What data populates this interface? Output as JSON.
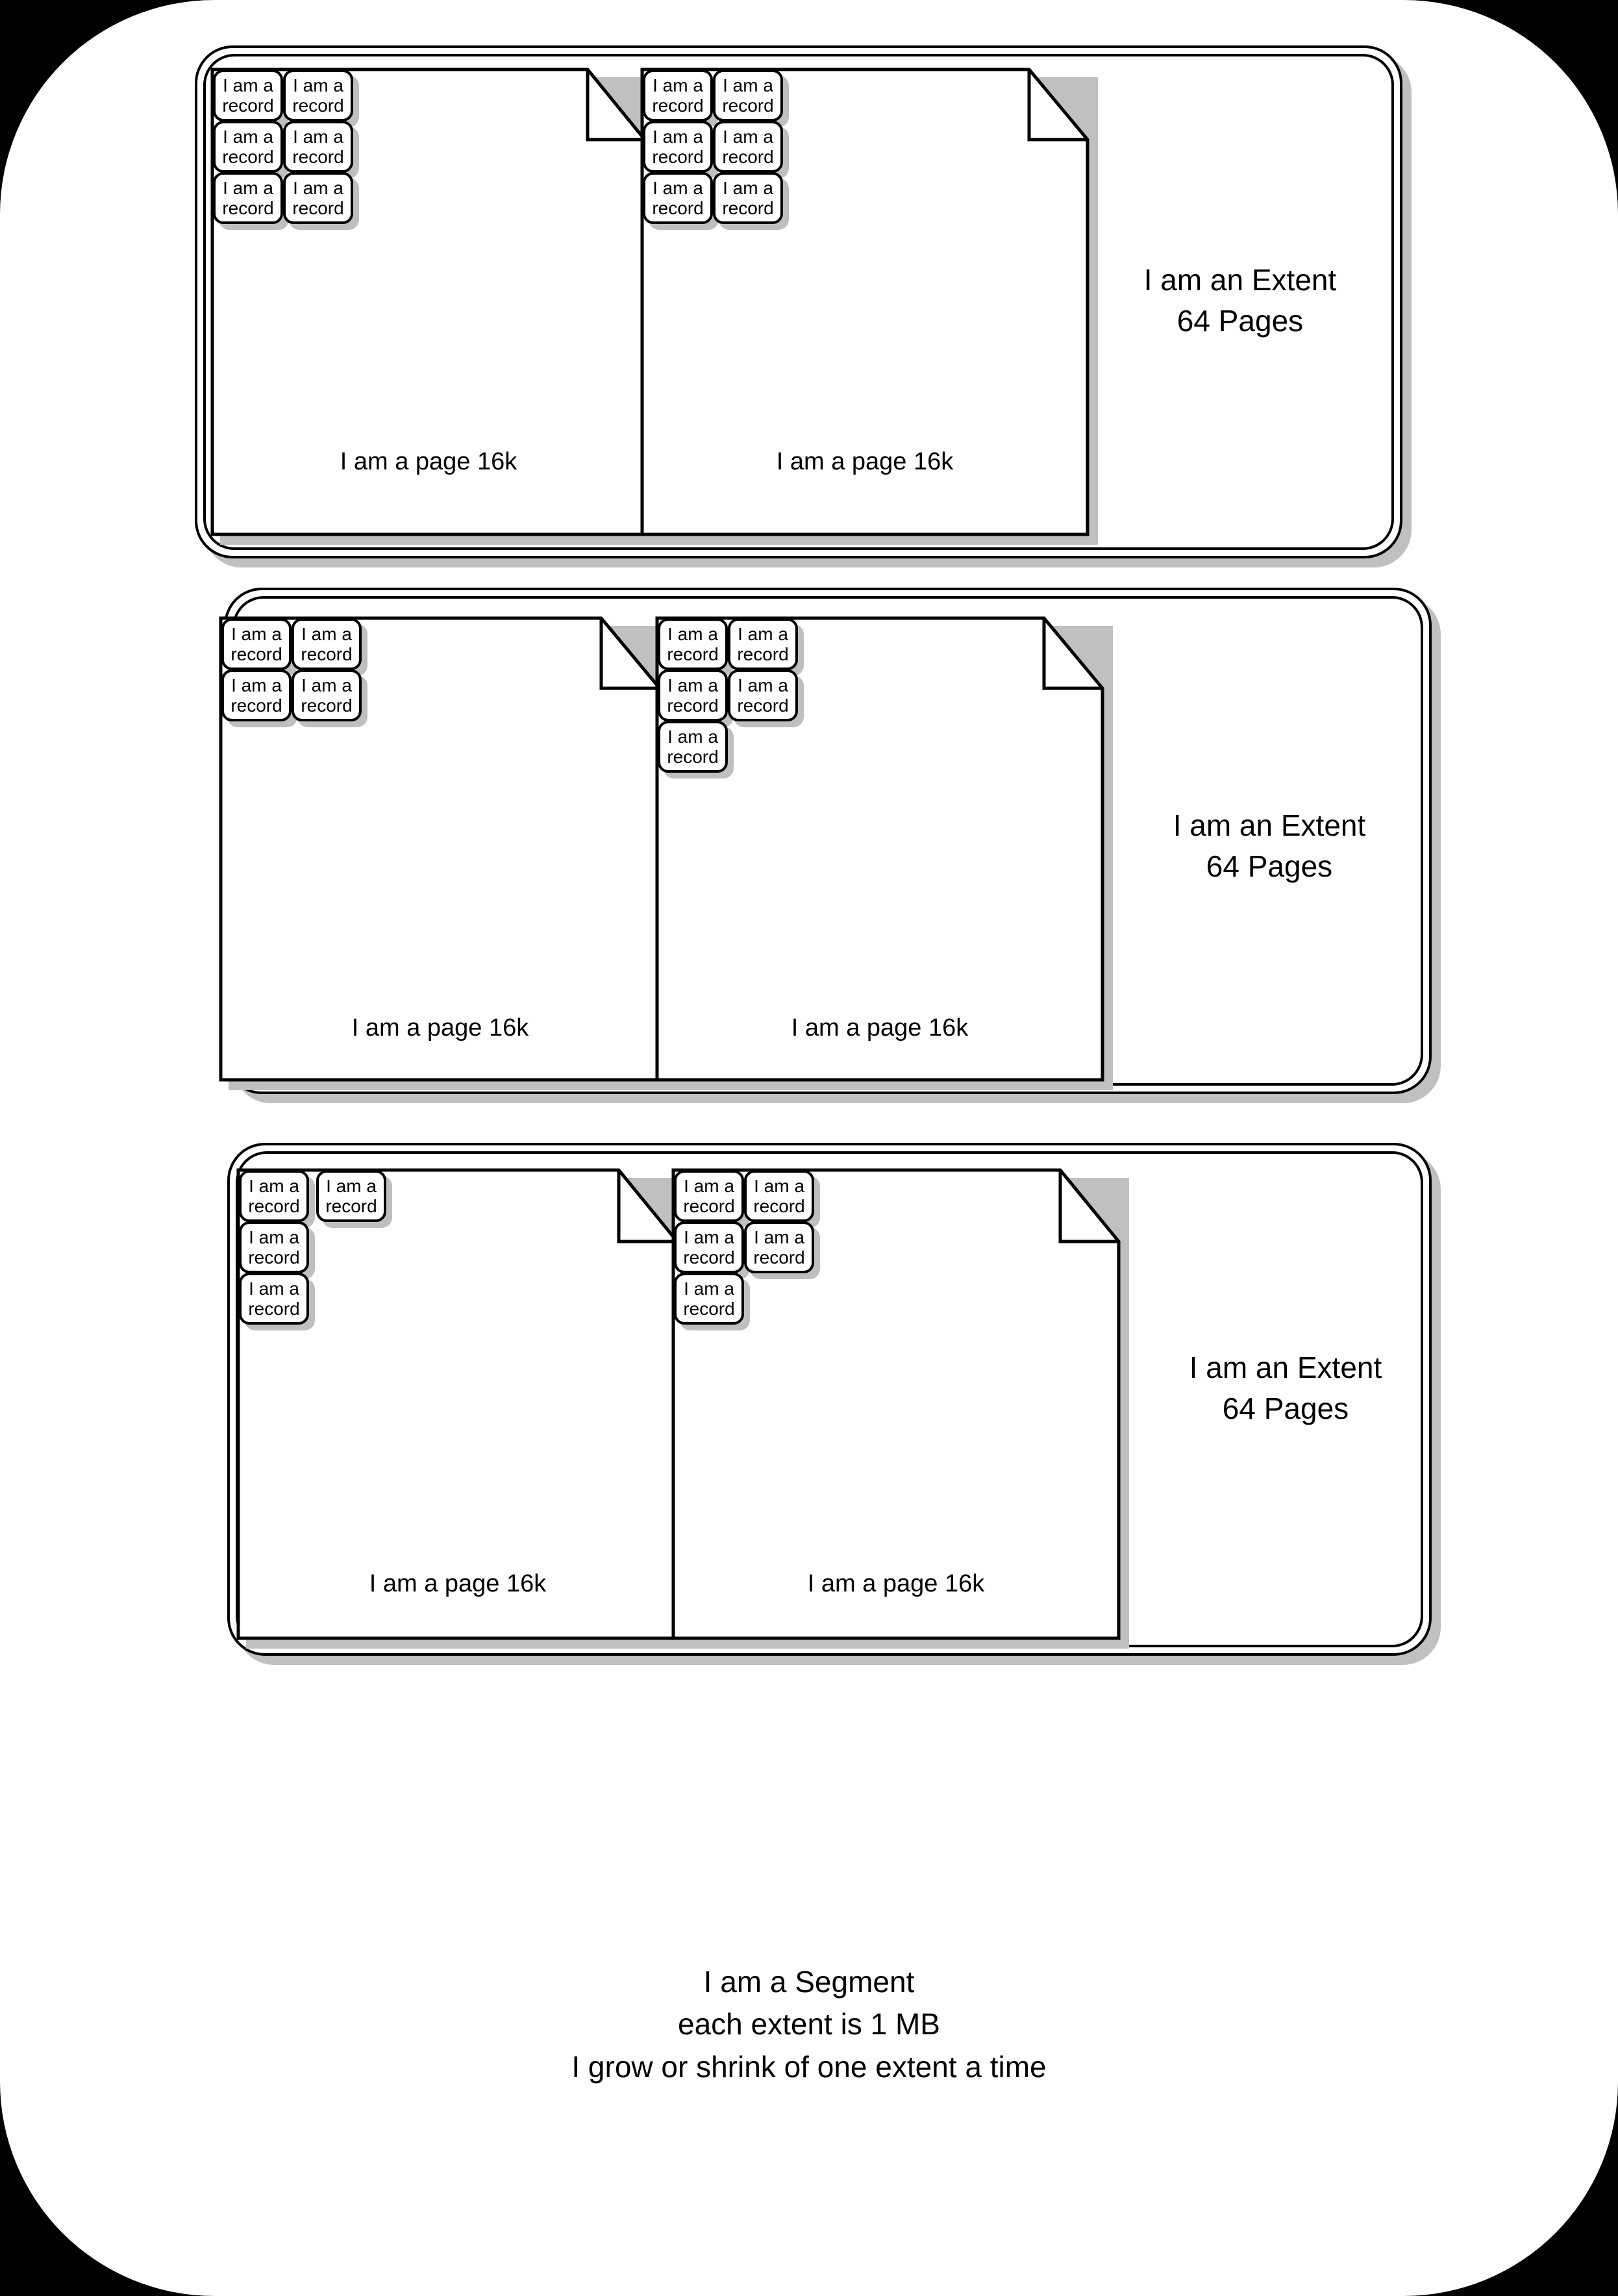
{
  "diagram": {
    "title_caption": "I am a Segment\neach extent is 1 MB\nI grow or shrink of one extent a time",
    "record_label": "I am a\nrecord",
    "page_label": "I am a page 16k",
    "extent_label": "I am an Extent\n64 Pages",
    "colors": {
      "background": "#000000",
      "canvas": "#ffffff",
      "stroke": "#000000",
      "shadow": "#c0c0c0"
    },
    "extents": [
      {
        "label": "I am an Extent\n64 Pages",
        "pages": [
          {
            "label": "I am a page 16k",
            "records": [
              {
                "text": "I am a\nrecord"
              },
              {
                "text": "I am a\nrecord"
              },
              {
                "text": "I am a\nrecord"
              },
              {
                "text": "I am a\nrecord"
              },
              {
                "text": "I am a\nrecord"
              },
              {
                "text": "I am a\nrecord"
              }
            ]
          },
          {
            "label": "I am a page 16k",
            "records": [
              {
                "text": "I am a\nrecord"
              },
              {
                "text": "I am a\nrecord"
              },
              {
                "text": "I am a\nrecord"
              },
              {
                "text": "I am a\nrecord"
              },
              {
                "text": "I am a\nrecord"
              },
              {
                "text": "I am a\nrecord"
              }
            ]
          }
        ]
      },
      {
        "label": "I am an Extent\n64 Pages",
        "pages": [
          {
            "label": "I am a page 16k",
            "records": [
              {
                "text": "I am a\nrecord"
              },
              {
                "text": "I am a\nrecord"
              },
              {
                "text": "I am a\nrecord"
              },
              {
                "text": "I am a\nrecord"
              }
            ]
          },
          {
            "label": "I am a page 16k",
            "records": [
              {
                "text": "I am a\nrecord"
              },
              {
                "text": "I am a\nrecord"
              },
              {
                "text": "I am a\nrecord"
              },
              {
                "text": "I am a\nrecord"
              },
              {
                "text": "I am a\nrecord"
              }
            ]
          }
        ]
      },
      {
        "label": "I am an Extent\n64 Pages",
        "pages": [
          {
            "label": "I am a page 16k",
            "records": [
              {
                "text": "I am a\nrecord"
              },
              {
                "text": "I am a\nrecord"
              },
              {
                "text": "I am a\nrecord"
              },
              {
                "text": "I am a\nrecord"
              }
            ]
          },
          {
            "label": "I am a page 16k",
            "records": [
              {
                "text": "I am a\nrecord"
              },
              {
                "text": "I am a\nrecord"
              },
              {
                "text": "I am a\nrecord"
              },
              {
                "text": "I am a\nrecord"
              },
              {
                "text": "I am a\nrecord"
              }
            ]
          }
        ]
      }
    ]
  }
}
